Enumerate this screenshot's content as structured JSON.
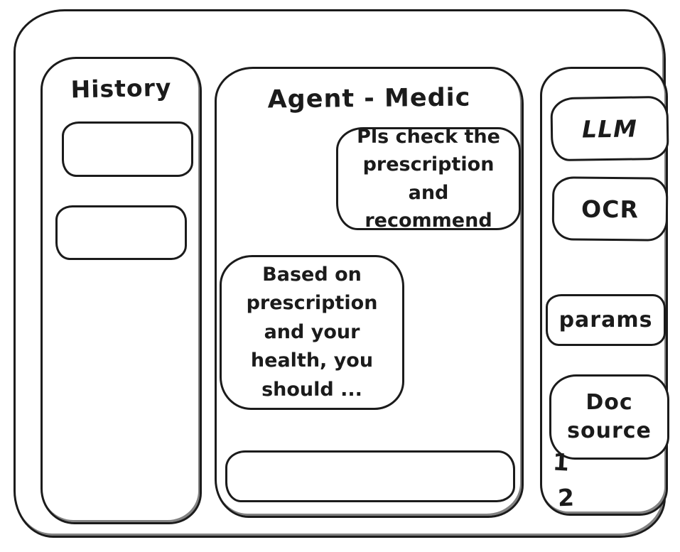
{
  "window": {
    "stroke_color": "#1b1b1b",
    "background_color": "#ffffff"
  },
  "history_panel": {
    "title": "History",
    "items": [
      {
        "label": ""
      },
      {
        "label": ""
      }
    ]
  },
  "chat_panel": {
    "title": "Agent - Medic",
    "messages": [
      {
        "role": "user",
        "text": "Pls check the prescription and recommend"
      },
      {
        "role": "assistant",
        "text": "Based on prescription and your health, you should ..."
      }
    ],
    "input": {
      "value": "",
      "placeholder": ""
    }
  },
  "tools_panel": {
    "buttons": {
      "llm": "LLM",
      "ocr": "OCR",
      "params": "params",
      "doc_source": "Doc source"
    },
    "doc_source_items": [
      "1",
      "2"
    ]
  }
}
